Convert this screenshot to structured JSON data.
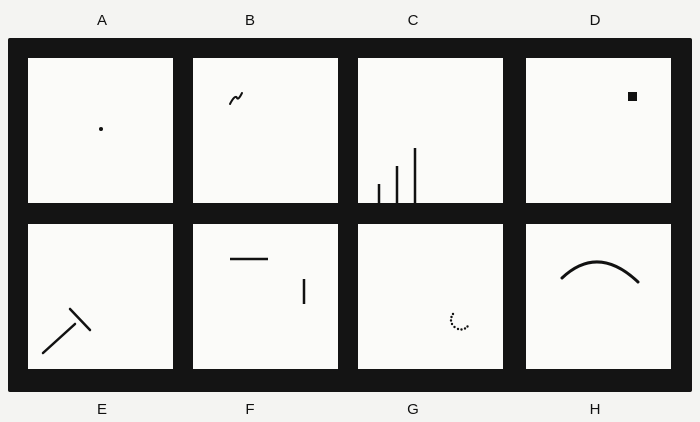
{
  "top_labels": [
    "A",
    "B",
    "C",
    "D"
  ],
  "bottom_labels": [
    "E",
    "F",
    "G",
    "H"
  ]
}
